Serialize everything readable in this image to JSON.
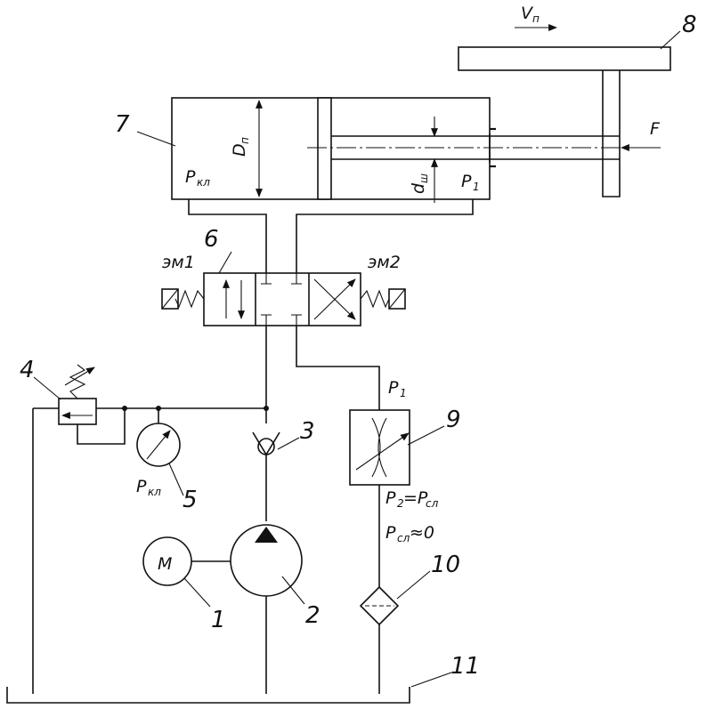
{
  "components": [
    {
      "number": "1",
      "symbol": "M"
    },
    {
      "number": "2"
    },
    {
      "number": "3"
    },
    {
      "number": "4"
    },
    {
      "number": "5"
    },
    {
      "number": "6"
    },
    {
      "number": "7"
    },
    {
      "number": "8"
    },
    {
      "number": "9"
    },
    {
      "number": "10"
    },
    {
      "number": "11"
    }
  ],
  "labels": {
    "velocity": {
      "main": "V",
      "sub": "п"
    },
    "force": "F",
    "piston_diameter": {
      "main": "D",
      "sub": "п"
    },
    "rod_diameter": {
      "main": "d",
      "sub": "ш"
    },
    "p_relief_cylinder": {
      "main": "P",
      "sub": "кл"
    },
    "p1_cylinder": {
      "main": "P",
      "sub": "1"
    },
    "solenoid_1": "эм1",
    "solenoid_2": "эм2",
    "p1_throttle": {
      "main": "P",
      "sub": "1"
    },
    "p2": {
      "main": "P",
      "sub": "2",
      "eq": "=P",
      "sub2": "сл"
    },
    "p_drain": {
      "main": "P",
      "sub": "сл",
      "suffix": "≈0"
    },
    "p_gauge": {
      "main": "P",
      "sub": "кл"
    }
  }
}
